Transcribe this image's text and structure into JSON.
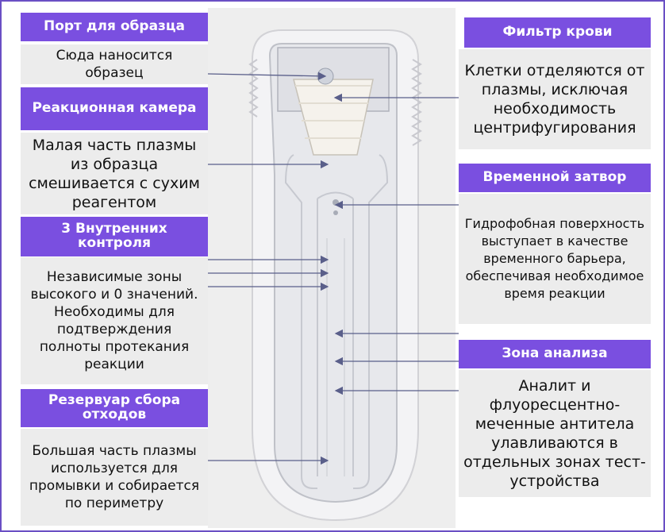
{
  "labels": {
    "port": {
      "title": "Порт для образца",
      "text": "Сюда наносится образец"
    },
    "reaction": {
      "title": "Реакционная камера",
      "text": "Малая часть плазмы из образца смешивается с сухим реагентом"
    },
    "controls": {
      "title": "3 Внутренних контроля",
      "text": "Независимые зоны высокого и 0 значений. Необходимы для подтверждения полноты протекания реакции"
    },
    "waste": {
      "title": "Резервуар сбора отходов",
      "text": "Большая часть плазмы используется для промывки и собирается по периметру"
    },
    "filter": {
      "title": "Фильтр крови",
      "text": "Клетки отделяются от плазмы, исключая необходимость центрифугирования"
    },
    "valve": {
      "title": "Временной затвор",
      "text": "Гидрофобная поверхность выступает в качестве временного барьера, обеспечивая необходимое время реакции"
    },
    "analysis": {
      "title": "Зона анализа",
      "text": "Аналит и флуоресцентно-меченные антитела улавливаются в отдельных зонах тест-устройства"
    }
  },
  "colors": {
    "header": "#7a4fe0",
    "box": "#ececec",
    "border": "#6a4fc4",
    "arrow": "#5a5f8a"
  }
}
